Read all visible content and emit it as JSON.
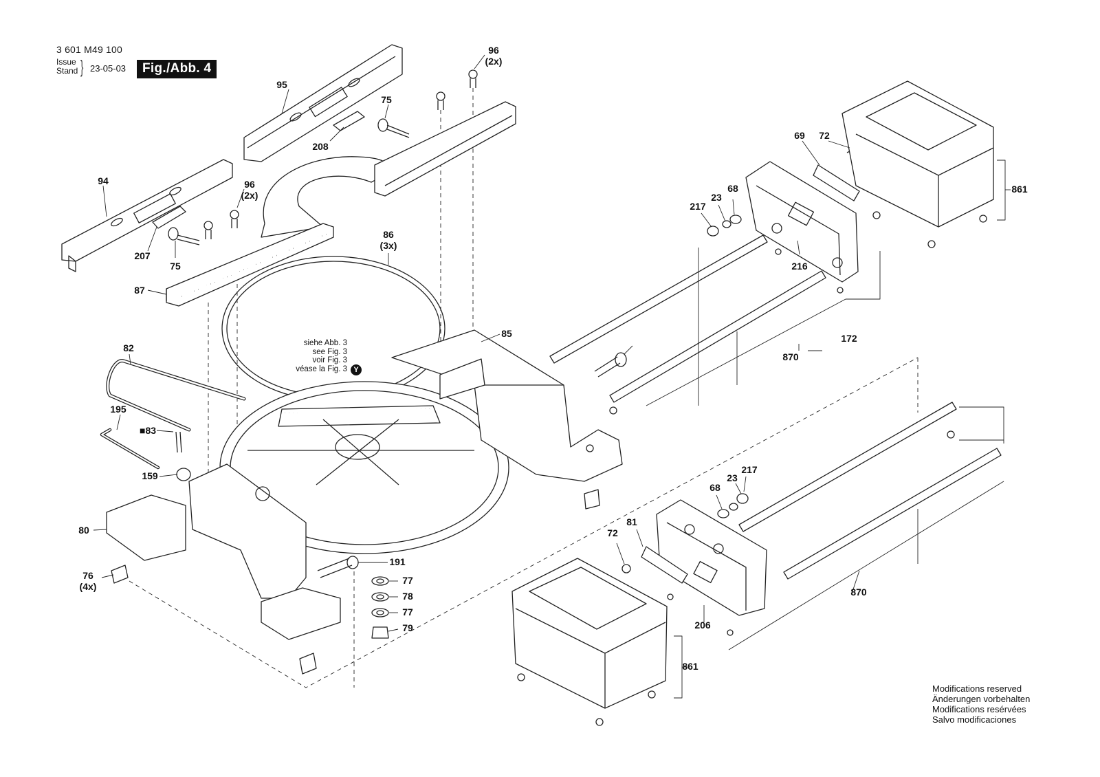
{
  "header": {
    "part_number": "3 601 M49 100",
    "issue_line1": "Issue",
    "issue_line2": "Stand",
    "issue_date": "23-05-03",
    "figure_label": "Fig./Abb. 4"
  },
  "reference_note": {
    "lines": [
      "siehe Abb. 3",
      "see Fig. 3",
      "voir Fig. 3",
      "véase la Fig. 3"
    ],
    "badge": "Y"
  },
  "footer": {
    "lines": [
      "Modifications reserved",
      "Änderungen vorbehalten",
      "Modifications resérvées",
      "Salvo modificaciones"
    ]
  },
  "callouts": [
    {
      "id": "96",
      "sub": "(2x)"
    },
    {
      "id": "95"
    },
    {
      "id": "75"
    },
    {
      "id": "208"
    },
    {
      "id": "94"
    },
    {
      "id": "96",
      "sub": "(2x)"
    },
    {
      "id": "207"
    },
    {
      "id": "75"
    },
    {
      "id": "87"
    },
    {
      "id": "86",
      "sub": "(3x)"
    },
    {
      "id": "85"
    },
    {
      "id": "82"
    },
    {
      "id": "195"
    },
    {
      "id": "■83"
    },
    {
      "id": "159"
    },
    {
      "id": "80"
    },
    {
      "id": "76",
      "sub": "(4x)"
    },
    {
      "id": "191"
    },
    {
      "id": "77"
    },
    {
      "id": "78"
    },
    {
      "id": "77"
    },
    {
      "id": "79"
    },
    {
      "id": "69"
    },
    {
      "id": "72"
    },
    {
      "id": "861"
    },
    {
      "id": "217"
    },
    {
      "id": "23"
    },
    {
      "id": "68"
    },
    {
      "id": "216"
    },
    {
      "id": "172"
    },
    {
      "id": "870"
    },
    {
      "id": "217"
    },
    {
      "id": "23"
    },
    {
      "id": "68"
    },
    {
      "id": "81"
    },
    {
      "id": "72"
    },
    {
      "id": "206"
    },
    {
      "id": "870"
    },
    {
      "id": "861"
    }
  ]
}
